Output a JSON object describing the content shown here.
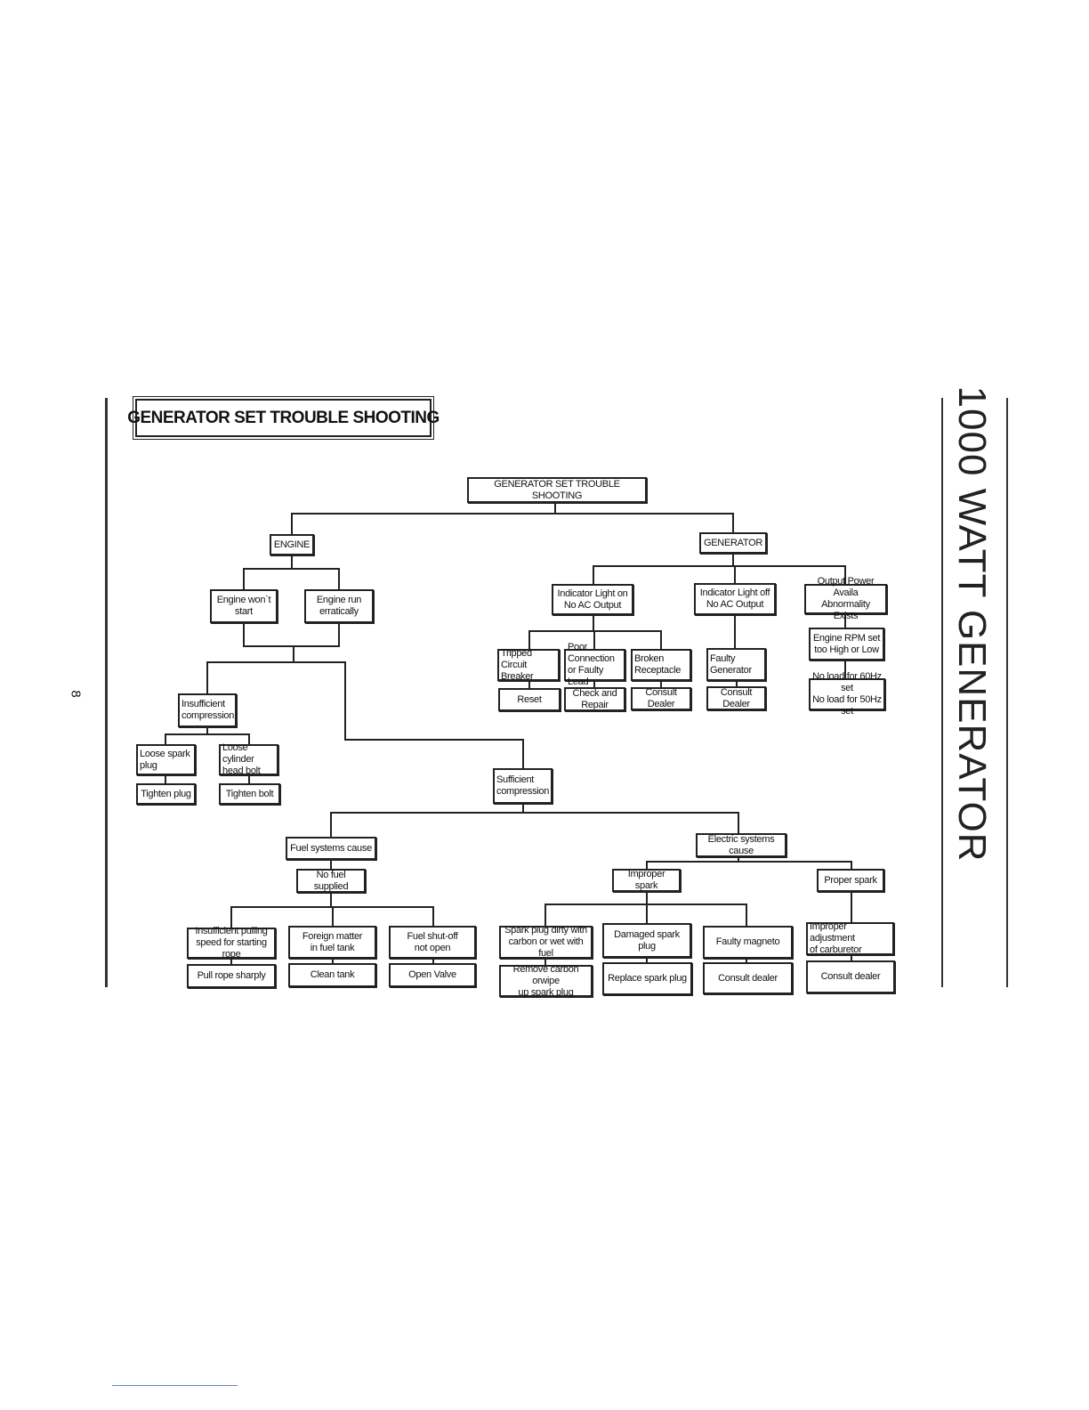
{
  "page_number": "8",
  "side_title": "1000 WATT GENERATOR",
  "main_title": "GENERATOR SET TROUBLE SHOOTING",
  "nodes": {
    "root": "GENERATOR SET TROUBLE SHOOTING",
    "engine": "ENGINE",
    "generator": "GENERATOR",
    "engine_wont_start": "Engine won`t\nstart",
    "engine_run_erratically": "Engine  run\nerratically",
    "indicator_on": "Indicator Light on\nNo  AC  Output",
    "indicator_off": "Indicator Light off\nNo  AC  Output",
    "output_power": "Output Power Availa\nAbnormality  Exists",
    "tripped_breaker": "Tripped Circuit\nBreaker",
    "poor_connection": "Poor Connection\nor Faulty Lead",
    "broken_receptacle": "Broken\nReceptacle",
    "faulty_generator": "Faulty\nGenerator",
    "engine_rpm": "Engine RPM set\ntoo High or Low",
    "reset": "Reset",
    "check_repair": "Check and Repair",
    "consult_dealer_1": "Consult Dealer",
    "consult_dealer_2": "Consult Dealer",
    "no_load": "No load for 60Hz set\nNo load for 50Hz set",
    "insufficient_compression": "Insufficient\ncompression",
    "loose_spark_plug": "Loose spark\nplug",
    "loose_cylinder_head": "Loose cylinder\nhead bolt",
    "tighten_plug": "Tighten plug",
    "tighten_bolt": "Tighten bolt",
    "sufficient_compression": "Sufficient\ncompression",
    "fuel_systems": "Fuel systems cause",
    "electric_systems": "Electric systems cause",
    "no_fuel": "No fuel supplied",
    "improper_spark": "Improper spark",
    "proper_spark": "Proper spark",
    "insufficient_pulling": "Insufficient   pulling\nspeed for starting rope",
    "foreign_matter": "Foreign matter\nin fuel tank",
    "fuel_shutoff": "Fuel shut-off\nnot   open",
    "spark_plug_dirty": "Spark plug dirty with\ncarbon or wet with fuel",
    "damaged_spark_plug": "Damaged spark\nplug",
    "faulty_magneto": "Faulty magneto",
    "improper_carburetor": "Improper adjustment\nof carburetor",
    "pull_rope": "Pull rope sharply",
    "clean_tank": "Clean  tank",
    "open_valve": "Open  Valve",
    "remove_carbon": "Remove carbon orwipe\nup   spark   plug",
    "replace_spark_plug": "Replace spark plug",
    "consult_dealer_3": "Consult dealer",
    "consult_dealer_4": "Consult dealer"
  }
}
